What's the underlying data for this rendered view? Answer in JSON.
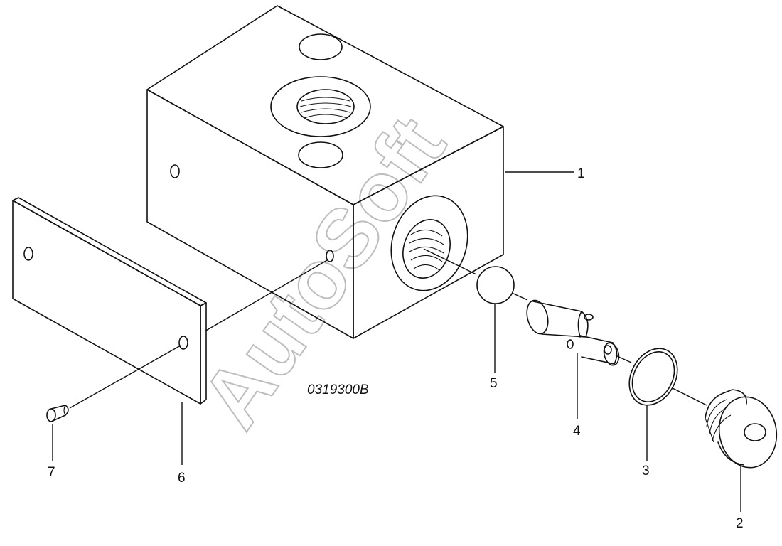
{
  "drawing_number": "0319300B",
  "watermark": "AutoSoft",
  "callouts": {
    "c1": "1",
    "c2": "2",
    "c3": "3",
    "c4": "4",
    "c5": "5",
    "c6": "6",
    "c7": "7"
  }
}
